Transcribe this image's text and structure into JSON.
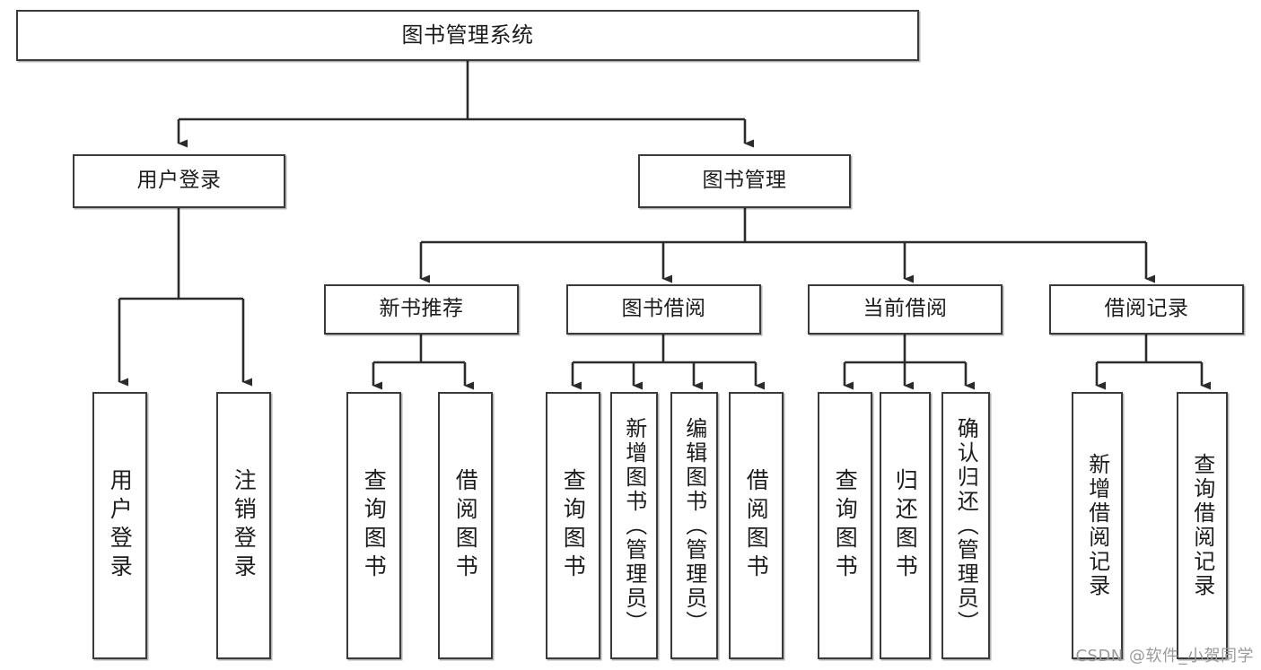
{
  "diagram": {
    "type": "tree-hierarchy",
    "title": "图书管理系统",
    "orientation": "top-down",
    "edge_style": "orthogonal-with-arrowheads",
    "colors": {
      "node_border": "#3a3a3a",
      "node_fill": "#ffffff",
      "edge": "#2b2b2b",
      "text": "#1c1c1c",
      "watermark": "#9a9a9a",
      "background": "#ffffff"
    },
    "root": {
      "label": "图书管理系统"
    },
    "level2": [
      {
        "label": "用户登录"
      },
      {
        "label": "图书管理"
      }
    ],
    "level3": [
      {
        "label": "新书推荐"
      },
      {
        "label": "图书借阅"
      },
      {
        "label": "当前借阅"
      },
      {
        "label": "借阅记录"
      }
    ],
    "leaves": {
      "user_login": [
        {
          "label": "用户登录"
        },
        {
          "label": "注销登录"
        }
      ],
      "new_book_recommend": [
        {
          "label": "查询图书"
        },
        {
          "label": "借阅图书"
        }
      ],
      "book_borrow": [
        {
          "label": "查询图书"
        },
        {
          "label": "新增图书（管理员）"
        },
        {
          "label": "编辑图书（管理员）"
        },
        {
          "label": "借阅图书"
        }
      ],
      "current_borrow": [
        {
          "label": "查询图书"
        },
        {
          "label": "归还图书"
        },
        {
          "label": "确认归还（管理员）"
        }
      ],
      "borrow_records": [
        {
          "label": "新增借阅记录"
        },
        {
          "label": "查询借阅记录"
        }
      ]
    }
  },
  "watermark": {
    "text": "CSDN @软件_小贺同学"
  }
}
